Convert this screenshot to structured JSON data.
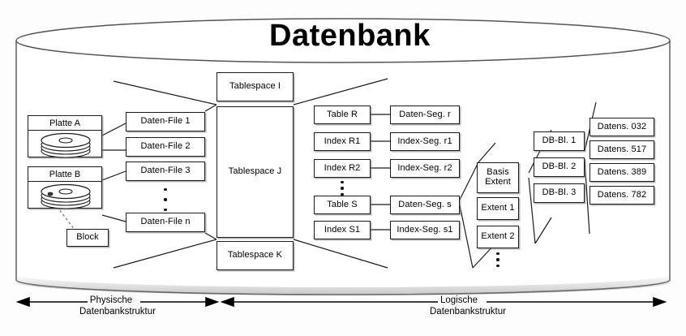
{
  "diagram": {
    "title": "Datenbank",
    "physical": {
      "disks": [
        {
          "label": "Platte A",
          "icon": "disk-stack-icon"
        },
        {
          "label": "Platte B",
          "icon": "disk-stack-icon"
        }
      ],
      "block": "Block",
      "datafiles": [
        "Daten-File 1",
        "Daten-File 2",
        "Daten-File 3",
        "Daten-File n"
      ],
      "datafiles_ellipsis": "vertical-dots"
    },
    "tablespaces": [
      "Tablespace I",
      "Tablespace J",
      "Tablespace K"
    ],
    "objects": [
      "Table R",
      "Index R1",
      "Index R2",
      "Table S",
      "Index S1"
    ],
    "objects_ellipsis": "vertical-dots",
    "segments": [
      "Daten-Seg. r",
      "Index-Seg. r1",
      "Index-Seg. r2",
      "Daten-Seg. s",
      "Index-Seg. s1"
    ],
    "extents": [
      "Basis Extent",
      "Extent 1",
      "Extent 2"
    ],
    "extent_basis_line1": "Basis",
    "extent_basis_line2": "Extent",
    "extents_ellipsis": "vertical-dots",
    "blocks": [
      "DB-Bl. 1",
      "DB-Bl. 2",
      "DB-Bl. 3"
    ],
    "records": [
      "Datens. 032",
      "Datens. 517",
      "Datens. 389",
      "Datens. 782"
    ],
    "axes": [
      {
        "line1": "Physische",
        "line2": "Datenbankstruktur"
      },
      {
        "line1": "Logische",
        "line2": "Datenbankstruktur"
      }
    ],
    "colors": {
      "stroke": "#1b1b1b",
      "cylinder": "#555555",
      "background": "#fdfdfd",
      "shadow": "#787878"
    }
  }
}
